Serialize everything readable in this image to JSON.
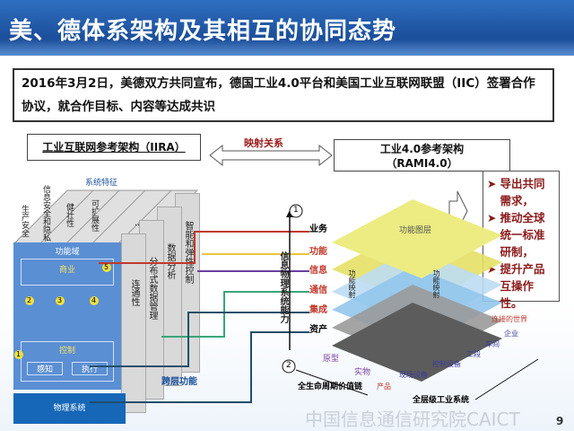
{
  "title": "美、德体系架构及其相互的协同态势",
  "note": "2016年3月2日，美德双方共同宣布，德国工业4.0平台和美国工业互联网联盟（IIC）签署合作协议，就合作目标、内容等达成共识",
  "iira": {
    "title": "工业互联网参考架构（IIRA）",
    "system_features": "系统特征",
    "features": [
      "生产安全",
      "信息安全和隐私",
      "健壮性",
      "可扩展性",
      "…"
    ],
    "slices": [
      "智能和弹性控制",
      "数据分析",
      "分布式数据管理",
      "连通性"
    ],
    "cross": "跨层功能",
    "domain": "功能域",
    "business": "商业",
    "control": "控制",
    "sense": "感知",
    "act": "执行",
    "physical": "物理系统",
    "nums": [
      "1",
      "2",
      "3",
      "4",
      "5"
    ]
  },
  "mapping": "映射关系",
  "rami": {
    "title": "工业4.0参考架构",
    "subtitle": "（RAMI4.0）",
    "axis1": "1",
    "axis2": "2",
    "axis_label": "信息物理系统能力",
    "layers": [
      "业务",
      "功能",
      "信息",
      "通信",
      "集成",
      "资产"
    ],
    "top_layer": "功能图层",
    "map_label": "功能映射",
    "lifecycle": "全生命周期价值链",
    "hierarchy": "全层级工业系统",
    "lc_items": [
      "原型",
      "实物"
    ],
    "hier_items": [
      "产品",
      "现场设备",
      "控制设备",
      "工段",
      "车间",
      "企业",
      "连接的世界"
    ]
  },
  "bullets": [
    {
      "mark": "➤",
      "text": "导出共同需求，"
    },
    {
      "mark": "➤",
      "text": "推动全球统一标准研制，"
    },
    {
      "mark": "➤",
      "text": "提升产品互操作性。"
    }
  ],
  "watermark": "中国信息通信研究院CAICT",
  "page": "9"
}
